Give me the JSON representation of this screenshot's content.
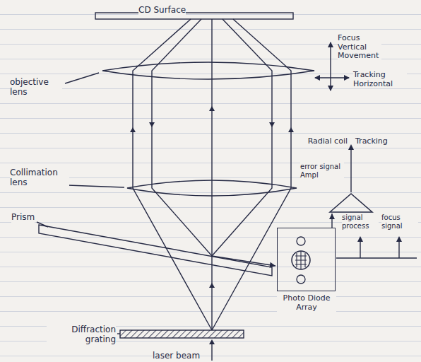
{
  "diagram": {
    "nodes": [
      {
        "text": [
          "Photo Diode Array"
        ]
      },
      {
        "text": [
          "error signal Ampl"
        ]
      }
    ],
    "edges": [
      {
        "from": 0,
        "to": 1,
        "arrow": "to"
      }
    ],
    "labels": [
      "CD Surface",
      "objective lens",
      "Focus Vertical Movement",
      "Tracking Horizontal",
      "Radial coil",
      "Tracking",
      "Collimation lens",
      "Prism",
      "signal process",
      "focus signal",
      "Diffraction grating",
      "laser beam"
    ]
  }
}
